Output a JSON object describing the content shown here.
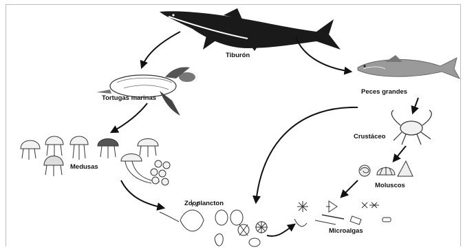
{
  "diagram": {
    "labels": {
      "shark": "Tiburón",
      "turtles": "Tortugas marinas",
      "big_fish": "Peces grandes",
      "jellyfish": "Medusas",
      "crustacean": "Crustáceo",
      "mollusks": "Moluscos",
      "zooplankton": "Zooplancton",
      "microalgae": "Microalgas"
    },
    "colors": {
      "ink": "#111111",
      "frame": "#bdbdbd",
      "background": "#ffffff"
    }
  }
}
